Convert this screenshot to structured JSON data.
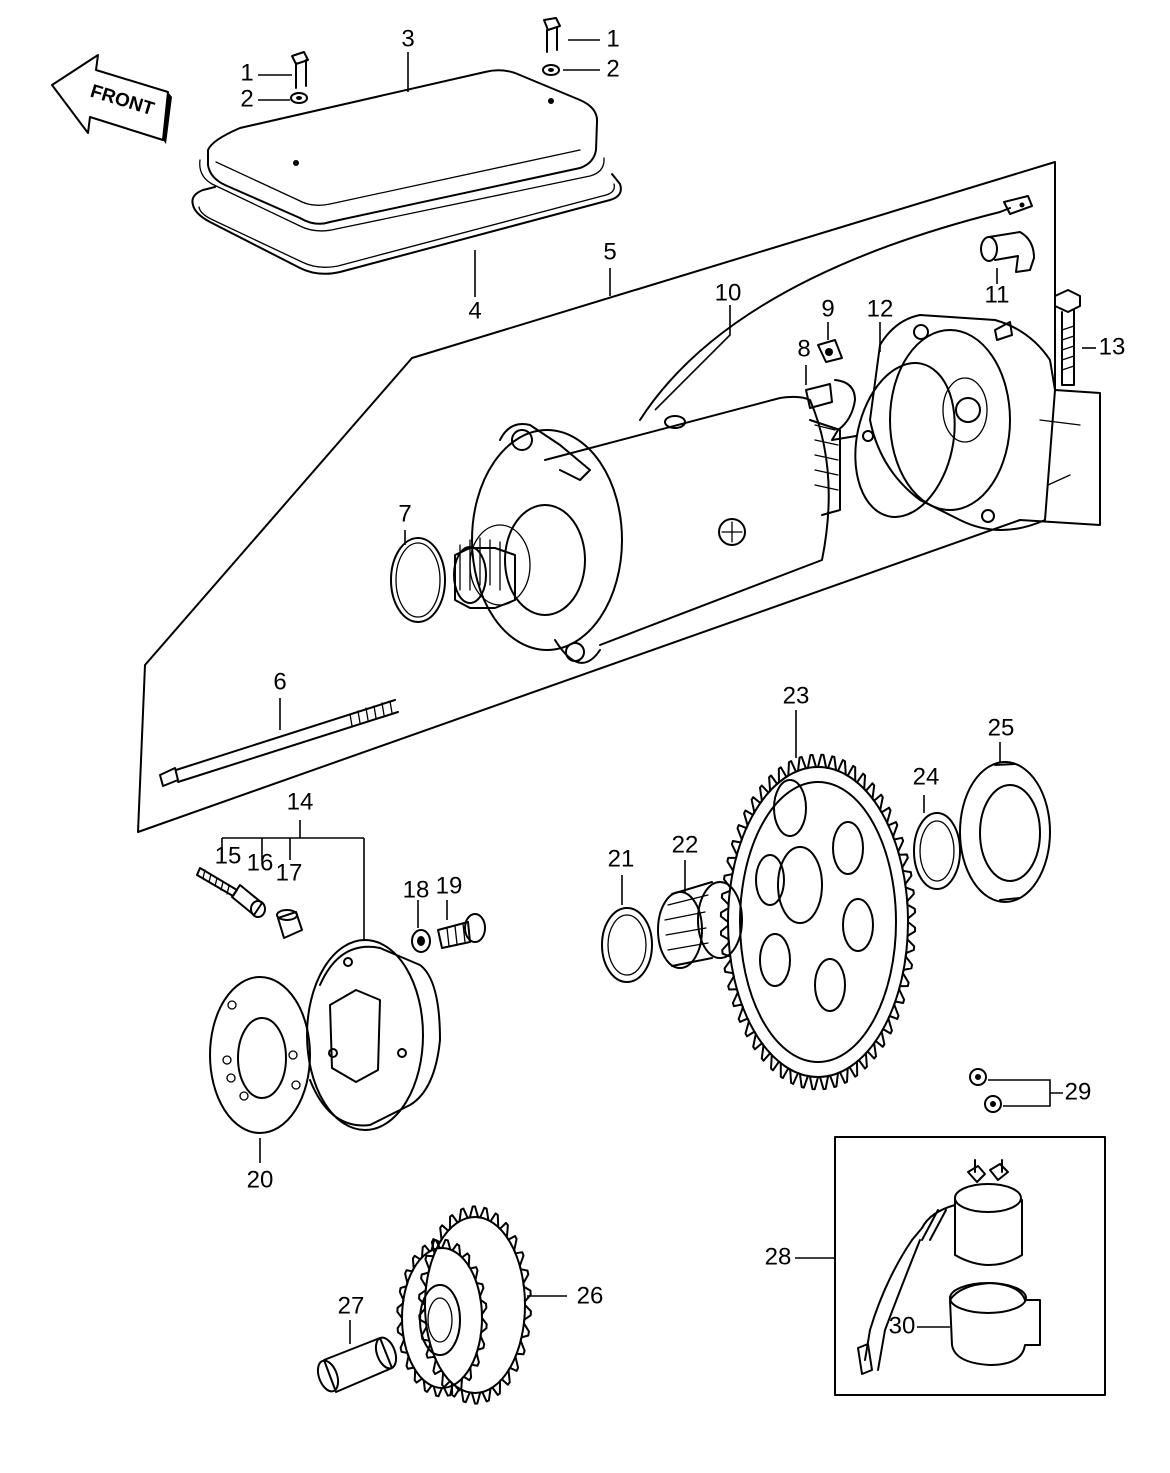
{
  "front_sign": "FRONT",
  "callouts": {
    "c1a": "1",
    "c1b": "1",
    "c2a": "2",
    "c2b": "2",
    "c3": "3",
    "c4": "4",
    "c5": "5",
    "c6": "6",
    "c7": "7",
    "c8": "8",
    "c9": "9",
    "c10": "10",
    "c11": "11",
    "c12": "12",
    "c13": "13",
    "c14": "14",
    "c15": "15",
    "c16": "16",
    "c17": "17",
    "c18": "18",
    "c19": "19",
    "c20": "20",
    "c21": "21",
    "c22": "22",
    "c23": "23",
    "c24": "24",
    "c25": "25",
    "c26": "26",
    "c27": "27",
    "c28": "28",
    "c29": "29",
    "c30": "30"
  }
}
